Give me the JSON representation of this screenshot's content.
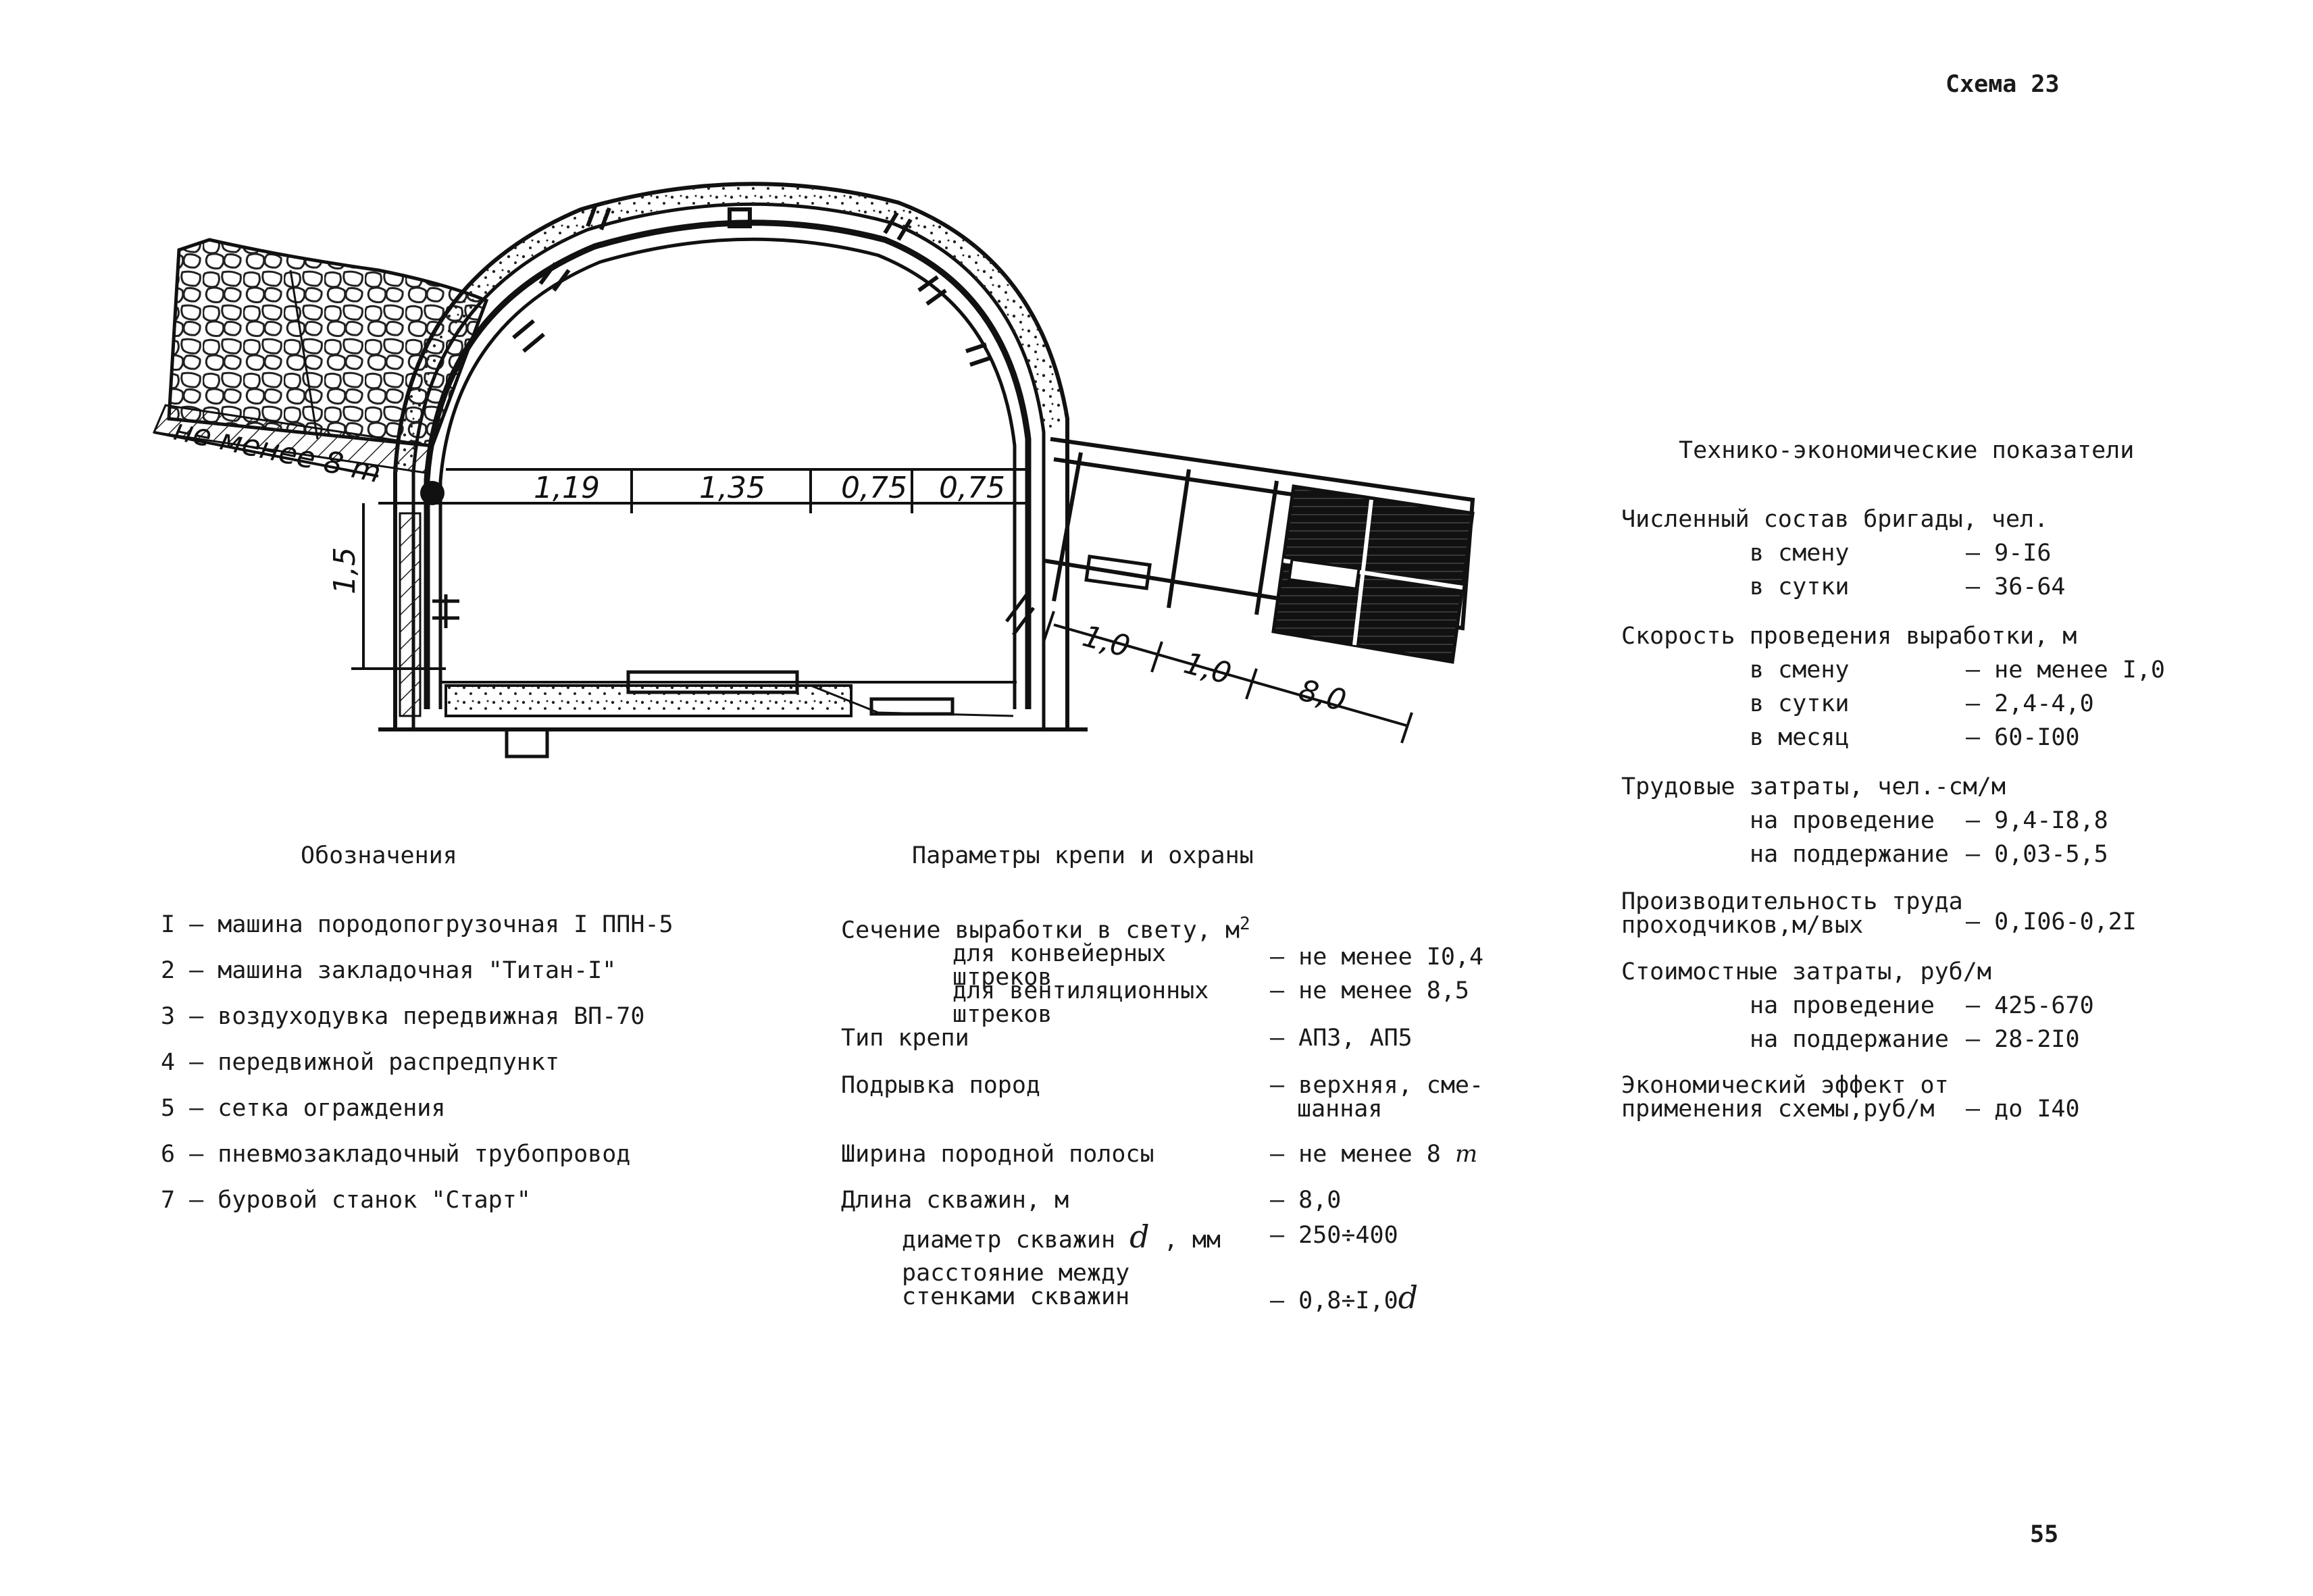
{
  "header": {
    "scheme": "Схема 23"
  },
  "page_number": "55",
  "drawing": {
    "label_min": "не менее 8 m",
    "dims": [
      "1,19",
      "1,35",
      "0,75",
      "0,75",
      "1,5",
      "1,0",
      "1,0",
      "8,0"
    ]
  },
  "legend": {
    "title": "Обозначения",
    "items": [
      "I – машина породопогрузочная I ППН-5",
      "2 – машина закладочная \"Титан-I\"",
      "3 – воздуходувка передвижная ВП-70",
      "4 – передвижной распредпункт",
      "5 – сетка ограждения",
      "6 – пневмозакладочный трубопровод",
      "7 – буровой станок \"Старт\""
    ]
  },
  "params": {
    "title": "Параметры крепи и охраны",
    "section_label": "Сечение выработки в свету, м",
    "section_sup": "2",
    "conv_1": "для конвейерных",
    "conv_2": "штреков",
    "conv_value": "– не менее I0,4",
    "vent_1": "для вентиляционных",
    "vent_2": "штреков",
    "vent_value": "– не менее 8,5",
    "support_label": "Тип крепи",
    "support_value": "– АП3, АП5",
    "blast_label": "Подрывка пород",
    "blast_value_1": "– верхняя, сме-",
    "blast_value_2": "шанная",
    "strip_label": "Ширина породной полосы",
    "strip_value": "– не менее 8",
    "strip_unit": "m",
    "bore_label": "Длина скважин, м",
    "bore_value": "– 8,0",
    "diam_label": "диаметр скважин",
    "diam_d": "d",
    "diam_unit": ", мм",
    "diam_value": "– 250÷400",
    "dist_1": "расстояние между",
    "dist_2": "стенками скважин",
    "dist_value": "– 0,8÷I,0",
    "dist_d": "d"
  },
  "tech": {
    "title": "Технико-экономические показатели",
    "crew_label": "Численный состав бригады, чел.",
    "crew_shift_label": "в смену",
    "crew_shift_value": "– 9-I6",
    "crew_day_label": "в сутки",
    "crew_day_value": "– 36-64",
    "speed_label": "Скорость проведения выработки, м",
    "speed_shift_label": "в смену",
    "speed_shift_value": "– не менее I,0",
    "speed_day_label": "в сутки",
    "speed_day_value": "– 2,4-4,0",
    "speed_month_label": "в месяц",
    "speed_month_value": "– 60-I00",
    "labor_label": "Трудовые затраты, чел.-см/м",
    "labor_drive_label": "на проведение",
    "labor_drive_value": "– 9,4-I8,8",
    "labor_maint_label": "на поддержание",
    "labor_maint_value": "– 0,03-5,5",
    "prod_label_1": "Производительность труда",
    "prod_label_2": "проходчиков,м/вых",
    "prod_value": "– 0,I06-0,2I",
    "cost_label": "Стоимостные затраты, руб/м",
    "cost_drive_label": "на проведение",
    "cost_drive_value": "– 425-670",
    "cost_maint_label": "на поддержание",
    "cost_maint_value": "– 28-2I0",
    "eff_label_1": "Экономический эффект от",
    "eff_label_2": "применения схемы,руб/м",
    "eff_value": "– до I40"
  }
}
